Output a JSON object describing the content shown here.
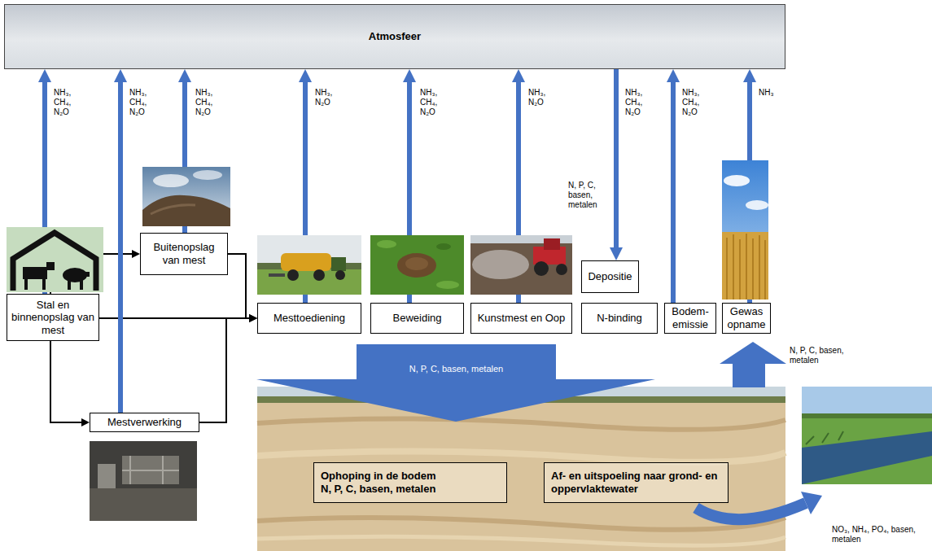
{
  "diagram": {
    "nodes": [
      {
        "text": [
          "Atmosfeer"
        ]
      },
      {
        "text": [
          "Stal en binnenopslag van mest"
        ]
      },
      {
        "text": [
          "Buitenopslag van mest"
        ]
      },
      {
        "text": [
          "Mestverwerking"
        ]
      },
      {
        "text": [
          "Mesttoediening"
        ]
      },
      {
        "text": [
          "Beweiding"
        ]
      },
      {
        "text": [
          "Kunstmest en Oop"
        ]
      },
      {
        "text": [
          "Depositie"
        ]
      },
      {
        "text": [
          "N-binding"
        ]
      },
      {
        "text": [
          "Bodem-emissie"
        ]
      },
      {
        "text": [
          "Gewas opname"
        ]
      },
      {
        "text": [
          "Ophoping in de bodem",
          "N, P, C, basen, metalen"
        ]
      },
      {
        "text": [
          "Af- en uitspoeling naar grond- en oppervlaktewater"
        ]
      }
    ],
    "edges": [
      {
        "from": 1,
        "to": 2,
        "arrow": "to"
      },
      {
        "from": 1,
        "to": 4,
        "arrow": "to"
      },
      {
        "from": 1,
        "to": 3,
        "arrow": "to"
      },
      {
        "from": 2,
        "to": 4,
        "arrow": "to"
      },
      {
        "from": 3,
        "to": 4,
        "arrow": "to"
      },
      {
        "from": 1,
        "to": 0,
        "arrow": "to",
        "label": "NH₃, CH₄, N₂O"
      },
      {
        "from": 3,
        "to": 0,
        "arrow": "to",
        "label": "NH₃, CH₄, N₂O"
      },
      {
        "from": 2,
        "to": 0,
        "arrow": "to",
        "label": "NH₃, CH₄, N₂O"
      },
      {
        "from": 4,
        "to": 0,
        "arrow": "to",
        "label": "NH₃, N₂O"
      },
      {
        "from": 5,
        "to": 0,
        "arrow": "to",
        "label": "NH₃, CH₄, N₂O"
      },
      {
        "from": 6,
        "to": 0,
        "arrow": "to",
        "label": "NH₃, N₂O"
      },
      {
        "from": 0,
        "to": 7,
        "arrow": "to",
        "label": "NH₃, CH₄, N₂O"
      },
      {
        "from": 9,
        "to": 0,
        "arrow": "to",
        "label": "NH₃, CH₄, N₂O"
      },
      {
        "from": 10,
        "to": 0,
        "arrow": "to",
        "label": "NH₃"
      }
    ],
    "labels": [
      "N, P, C, basen, metalen",
      "N, P, C, basen, metalen",
      "N, P, C, basen, metalen",
      "NO₃, NH₄, PO₄, basen, metalen"
    ]
  }
}
